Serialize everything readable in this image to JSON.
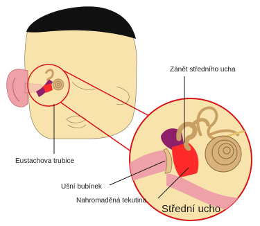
{
  "labels": {
    "middle_ear_inflammation": "Zánět středního ucha",
    "eustachian_tube": "Eustachova trubice",
    "eardrum": "Ušní bubínek",
    "accumulated_fluid": "Nahromaděná tekutina",
    "middle_ear": "Střední ucho"
  },
  "colors": {
    "skin": "#f9e3ad",
    "skin_outline": "#9a8a6a",
    "hair": "#111111",
    "highlight_ring": "#d7141a",
    "ear_pink": "#eea2a8",
    "inflamed_red": "#ff2a2a",
    "tube_purple": "#8e1f6a",
    "ossicle_tan": "#c9a064",
    "cochlea_tan": "#d8b27a"
  },
  "icons": {
    "head": "child-head-profile",
    "zoom": "magnified-middle-ear",
    "cochlea": "snail-shell-cochlea"
  }
}
